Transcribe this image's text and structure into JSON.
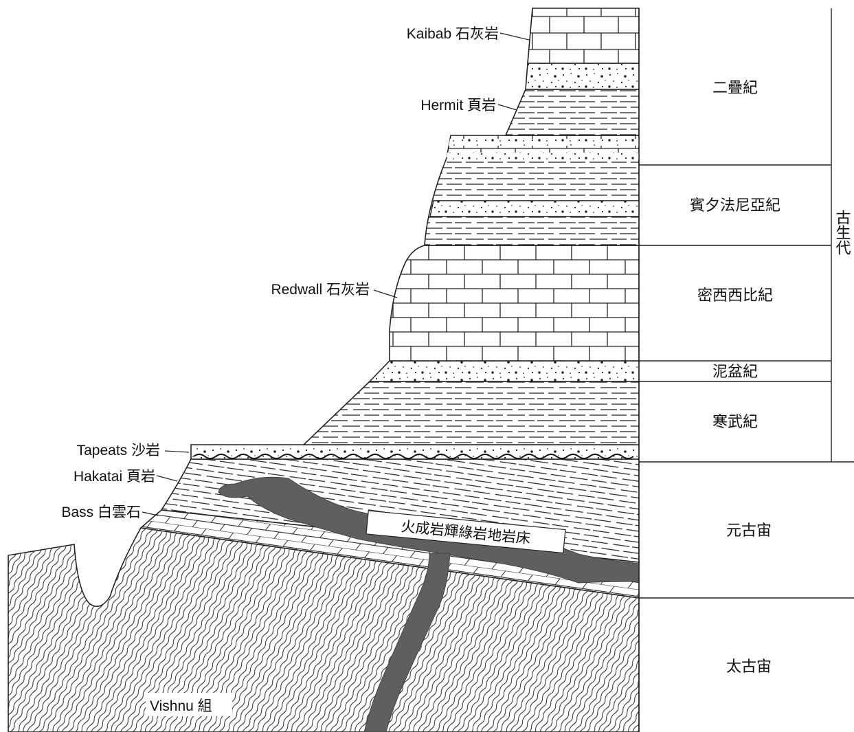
{
  "formations": {
    "kaibab": "Kaibab 石灰岩",
    "hermit": "Hermit 頁岩",
    "redwall": "Redwall 石灰岩",
    "tapeats": "Tapeats 沙岩",
    "hakatai": "Hakatai 頁岩",
    "bass": "Bass 白雲石",
    "vishnu": "Vishnu 組",
    "sill": "火成岩輝綠岩地岩床"
  },
  "periods": {
    "permian": "二疊紀",
    "pennsylvanian": "賓夕法尼亞紀",
    "mississippian": "密西西比紀",
    "devonian": "泥盆紀",
    "cambrian": "寒武紀",
    "proterozoic": "元古宙",
    "archean": "太古宙"
  },
  "era": {
    "paleozoic": "古生代"
  },
  "colors": {
    "ink": "#111111",
    "sill": "#5f5f5f",
    "paper": "#ffffff"
  }
}
